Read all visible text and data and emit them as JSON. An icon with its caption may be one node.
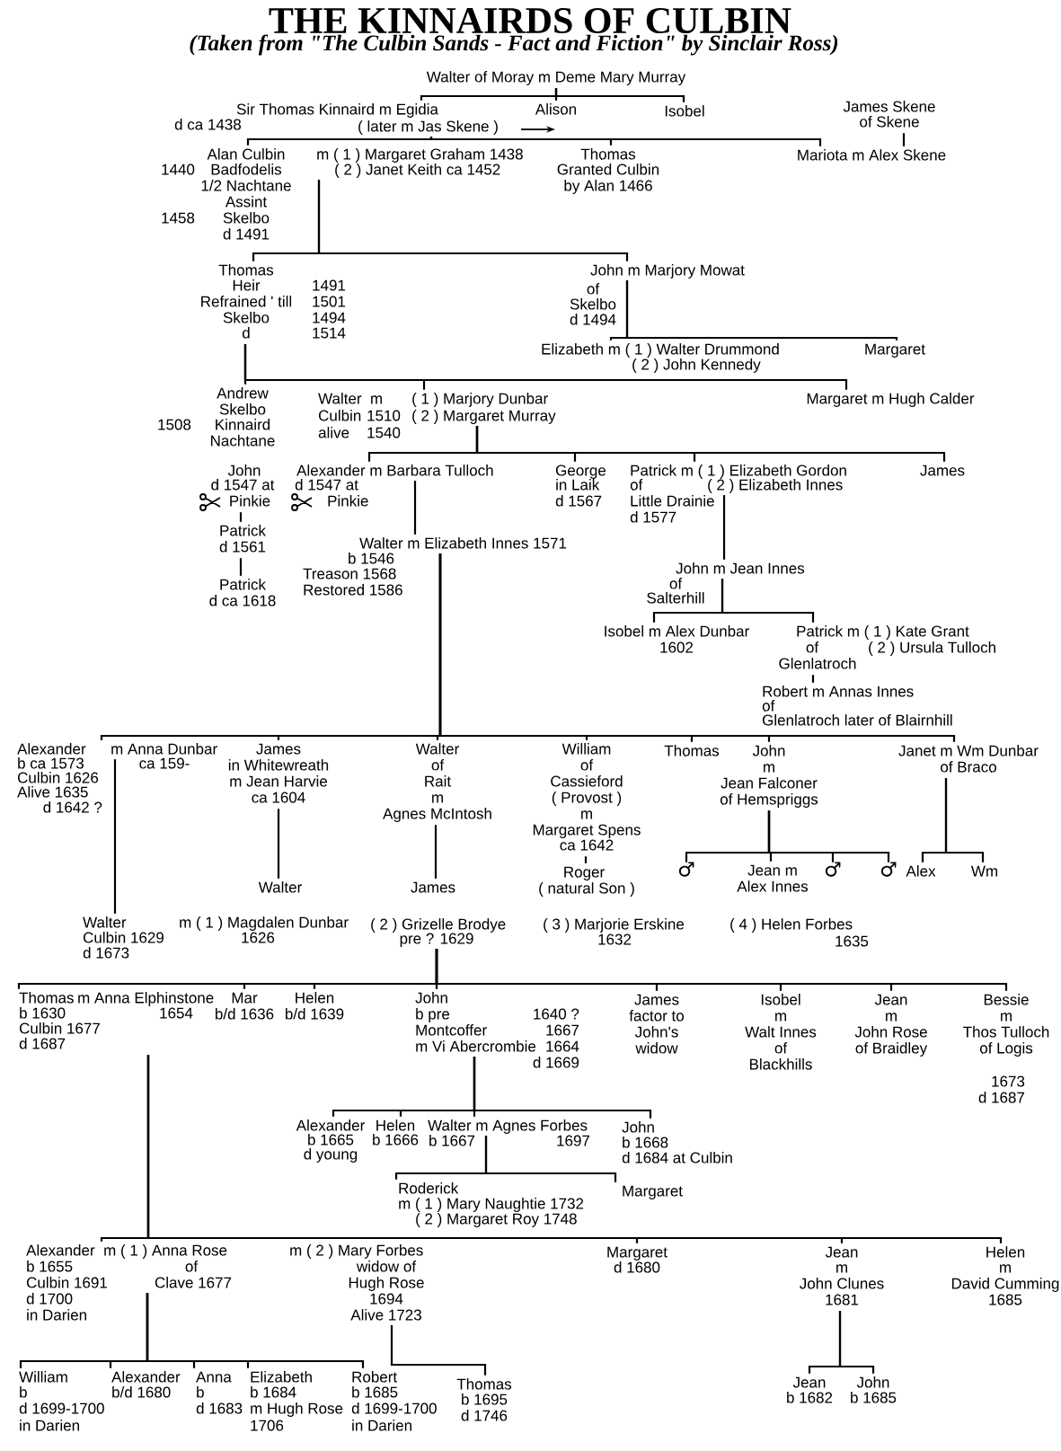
{
  "diagram": {
    "title": "THE KINNAIRDS OF CULBIN",
    "caption": "(Taken from \"The Culbin Sands - Fact and Fiction\" by Sinclair Ross)",
    "nodes": [
      {
        "text": [
          "Walter of Moray m Deme Mary Murray"
        ]
      },
      {
        "text": [
          "Sir Thomas Kinnaird m Egidia",
          "d ca 1438",
          "( later m Jas Skene )"
        ]
      },
      {
        "text": [
          "Alison"
        ]
      },
      {
        "text": [
          "Isobel"
        ]
      },
      {
        "text": [
          "James Skene",
          "of Skene"
        ]
      },
      {
        "text": [
          "Alan Culbin",
          "m ( 1 ) Margaret Graham 1438",
          "Badfodelis",
          "( 2 ) Janet Keith ca 1452",
          "1/2 Nachtane",
          "Assint",
          "Skelbo",
          "d 1491"
        ],
        "beside": [
          "1440",
          "1458"
        ]
      },
      {
        "text": [
          "Thomas",
          "Granted Culbin",
          "by Alan 1466"
        ]
      },
      {
        "text": [
          "Mariota m Alex Skene"
        ]
      },
      {
        "text": [
          "Thomas",
          "Heir",
          "Refrained ' till",
          "Skelbo",
          "d"
        ],
        "beside": [
          "1491",
          "1501",
          "1494",
          "1514"
        ]
      },
      {
        "text": [
          "John m Marjory Mowat",
          "of",
          "Skelbo",
          "d 1494"
        ]
      },
      {
        "text": [
          "Elizabeth m ( 1 ) Walter Drummond",
          "( 2 ) John Kennedy"
        ]
      },
      {
        "text": [
          "Margaret"
        ]
      },
      {
        "text": [
          "Andrew",
          "Skelbo",
          "Kinnaird",
          "Nachtane"
        ],
        "beside": [
          "1508"
        ]
      },
      {
        "text": [
          "Walter",
          "m",
          "( 1 ) Marjory Dunbar",
          "Culbin",
          "1510",
          "( 2 ) Margaret Murray",
          "alive",
          "1540"
        ]
      },
      {
        "text": [
          "Margaret m Hugh Calder"
        ]
      },
      {
        "text": [
          "John",
          "d 1547 at",
          "Pinkie"
        ]
      },
      {
        "text": [
          "Alexander m Barbara Tulloch",
          "d 1547 at",
          "Pinkie"
        ]
      },
      {
        "text": [
          "George",
          "in Laik",
          "d 1567"
        ]
      },
      {
        "text": [
          "Patrick m ( 1 ) Elizabeth Gordon",
          "of",
          "( 2 ) Elizabeth Innes",
          "Little Drainie",
          "d 1577"
        ]
      },
      {
        "text": [
          "James"
        ]
      },
      {
        "text": [
          "Patrick",
          "d 1561"
        ]
      },
      {
        "text": [
          "Patrick",
          "d ca 1618"
        ]
      },
      {
        "text": [
          "Walter m Elizabeth Innes 1571",
          "b 1546",
          "Treason 1568",
          "Restored 1586"
        ]
      },
      {
        "text": [
          "John m Jean Innes",
          "of",
          "Salterhill"
        ]
      },
      {
        "text": [
          "Isobel m Alex Dunbar",
          "1602"
        ]
      },
      {
        "text": [
          "Patrick m ( 1 ) Kate Grant",
          "of",
          "( 2 ) Ursula Tulloch",
          "Glenlatroch"
        ]
      },
      {
        "text": [
          "Robert m Annas Innes",
          "of",
          "Glenlatroch later of Blairnhill"
        ]
      },
      {
        "text": [
          "Alexander",
          "m Anna Dunbar",
          "b ca 1573",
          "ca 159-",
          "Culbin 1626",
          "Alive 1635",
          "d 1642 ?"
        ]
      },
      {
        "text": [
          "James",
          "in Whitewreath",
          "m Jean Harvie",
          "ca 1604"
        ]
      },
      {
        "text": [
          "Walter",
          "of",
          "Rait",
          "m",
          "Agnes McIntosh"
        ]
      },
      {
        "text": [
          "William",
          "of",
          "Cassieford",
          "( Provost )",
          "m",
          "Margaret Spens",
          "ca 1642"
        ]
      },
      {
        "text": [
          "Thomas"
        ]
      },
      {
        "text": [
          "John",
          "m",
          "Jean Falconer",
          "of Hemspriggs"
        ]
      },
      {
        "text": [
          "Janet m Wm Dunbar",
          "of Braco"
        ]
      },
      {
        "text": [
          "Walter"
        ]
      },
      {
        "text": [
          "James"
        ]
      },
      {
        "text": [
          "Roger",
          "( natural Son )"
        ]
      },
      {
        "text": [
          "♂"
        ]
      },
      {
        "text": [
          "Jean m",
          "Alex Innes"
        ]
      },
      {
        "text": [
          "♂"
        ]
      },
      {
        "text": [
          "♂"
        ]
      },
      {
        "text": [
          "Alex"
        ]
      },
      {
        "text": [
          "Wm"
        ]
      },
      {
        "text": [
          "Walter",
          "m ( 1 ) Magdalen Dunbar",
          "( 2 ) Grizelle Brodye",
          "( 3 ) Marjorie Erskine",
          "( 4 ) Helen Forbes",
          "Culbin 1629",
          "1626",
          "pre ? 1629",
          "1632",
          "1635",
          "d 1673"
        ]
      },
      {
        "text": [
          "Thomas",
          "m Anna Elphinstone",
          "b 1630",
          "1654",
          "Culbin 1677",
          "d 1687"
        ]
      },
      {
        "text": [
          "Mar",
          "b/d 1636"
        ]
      },
      {
        "text": [
          "Helen",
          "b/d 1639"
        ]
      },
      {
        "text": [
          "John",
          "b pre",
          "Montcoffer",
          "m Vi Abercrombie"
        ],
        "beside": [
          "1640 ?",
          "1667",
          "1664",
          "d 1669"
        ]
      },
      {
        "text": [
          "James",
          "factor to",
          "John's",
          "widow"
        ]
      },
      {
        "text": [
          "Isobel",
          "m",
          "Walt Innes",
          "of",
          "Blackhills"
        ]
      },
      {
        "text": [
          "Jean",
          "m",
          "John Rose",
          "of Braidley"
        ]
      },
      {
        "text": [
          "Bessie",
          "m",
          "Thos Tulloch",
          "of Logis"
        ],
        "beside": [
          "1673",
          "d 1687"
        ]
      },
      {
        "text": [
          "Alexander",
          "b 1665",
          "d young"
        ]
      },
      {
        "text": [
          "Helen",
          "b 1666"
        ]
      },
      {
        "text": [
          "Walter m Agnes Forbes",
          "b 1667",
          "1697"
        ]
      },
      {
        "text": [
          "John",
          "b 1668",
          "d 1684 at Culbin"
        ]
      },
      {
        "text": [
          "Roderick",
          "m ( 1 ) Mary Naughtie 1732",
          "( 2 ) Margaret Roy 1748"
        ]
      },
      {
        "text": [
          "Margaret"
        ]
      },
      {
        "text": [
          "Alexander",
          "m ( 1 ) Anna Rose",
          "m ( 2 ) Mary Forbes",
          "b 1655",
          "of",
          "widow of",
          "Culbin 1691",
          "Clave 1677",
          "Hugh Rose",
          "d 1700",
          "1694",
          "in Darien",
          "Alive 1723"
        ]
      },
      {
        "text": [
          "Margaret",
          "d 1680"
        ]
      },
      {
        "text": [
          "Jean",
          "m",
          "John Clunes",
          "1681"
        ]
      },
      {
        "text": [
          "Helen",
          "m",
          "David Cumming",
          "1685"
        ]
      },
      {
        "text": [
          "William",
          "b",
          "d 1699-1700",
          "in Darien"
        ]
      },
      {
        "text": [
          "Alexander",
          "b/d 1680"
        ]
      },
      {
        "text": [
          "Anna",
          "b",
          "d 1683"
        ]
      },
      {
        "text": [
          "Elizabeth",
          "b 1684",
          "m Hugh Rose",
          "1706"
        ]
      },
      {
        "text": [
          "Robert",
          "b 1685",
          "d 1699-1700",
          "in Darien"
        ]
      },
      {
        "text": [
          "Thomas",
          "b 1695",
          "d 1746"
        ]
      },
      {
        "text": [
          "Jean",
          "b 1682"
        ]
      },
      {
        "text": [
          "John",
          "b 1685"
        ]
      }
    ],
    "edges": [
      {
        "from": 0,
        "to": 1,
        "arrow": "none"
      },
      {
        "from": 0,
        "to": 2,
        "arrow": "none"
      },
      {
        "from": 0,
        "to": 3,
        "arrow": "none"
      },
      {
        "from": 1,
        "to": 5,
        "arrow": "none"
      },
      {
        "from": 1,
        "to": 6,
        "arrow": "none"
      },
      {
        "from": 1,
        "to": 7,
        "arrow": "none"
      },
      {
        "from": 4,
        "to": 7,
        "arrow": "none"
      },
      {
        "from": 5,
        "to": 8,
        "arrow": "none"
      },
      {
        "from": 5,
        "to": 9,
        "arrow": "none"
      },
      {
        "from": 8,
        "to": 12,
        "arrow": "none"
      },
      {
        "from": 8,
        "to": 13,
        "arrow": "none"
      },
      {
        "from": 8,
        "to": 14,
        "arrow": "none"
      },
      {
        "from": 9,
        "to": 10,
        "arrow": "none"
      },
      {
        "from": 9,
        "to": 11,
        "arrow": "none"
      },
      {
        "from": 13,
        "to": 16,
        "arrow": "none"
      },
      {
        "from": 13,
        "to": 17,
        "arrow": "none"
      },
      {
        "from": 13,
        "to": 18,
        "arrow": "none"
      },
      {
        "from": 13,
        "to": 19,
        "arrow": "none"
      },
      {
        "from": 15,
        "to": 20,
        "arrow": "none"
      },
      {
        "from": 20,
        "to": 21,
        "arrow": "none"
      },
      {
        "from": 16,
        "to": 22,
        "arrow": "none"
      },
      {
        "from": 18,
        "to": 23,
        "arrow": "none"
      },
      {
        "from": 22,
        "to": 27,
        "arrow": "none"
      },
      {
        "from": 22,
        "to": 28,
        "arrow": "none"
      },
      {
        "from": 22,
        "to": 29,
        "arrow": "none"
      },
      {
        "from": 22,
        "to": 30,
        "arrow": "none"
      },
      {
        "from": 22,
        "to": 31,
        "arrow": "none"
      },
      {
        "from": 22,
        "to": 32,
        "arrow": "none"
      },
      {
        "from": 22,
        "to": 33,
        "arrow": "none"
      },
      {
        "from": 23,
        "to": 24,
        "arrow": "none"
      },
      {
        "from": 23,
        "to": 25,
        "arrow": "none"
      },
      {
        "from": 25,
        "to": 26,
        "arrow": "none"
      },
      {
        "from": 27,
        "to": 43,
        "arrow": "none"
      },
      {
        "from": 28,
        "to": 34,
        "arrow": "none"
      },
      {
        "from": 29,
        "to": 35,
        "arrow": "none"
      },
      {
        "from": 30,
        "to": 36,
        "arrow": "none"
      },
      {
        "from": 32,
        "to": 37,
        "arrow": "none"
      },
      {
        "from": 32,
        "to": 38,
        "arrow": "none"
      },
      {
        "from": 32,
        "to": 39,
        "arrow": "none"
      },
      {
        "from": 32,
        "to": 40,
        "arrow": "none"
      },
      {
        "from": 33,
        "to": 41,
        "arrow": "none"
      },
      {
        "from": 33,
        "to": 42,
        "arrow": "none"
      },
      {
        "from": 43,
        "to": 44,
        "arrow": "none"
      },
      {
        "from": 43,
        "to": 45,
        "arrow": "none"
      },
      {
        "from": 43,
        "to": 46,
        "arrow": "none"
      },
      {
        "from": 43,
        "to": 47,
        "arrow": "none"
      },
      {
        "from": 43,
        "to": 48,
        "arrow": "none"
      },
      {
        "from": 43,
        "to": 49,
        "arrow": "none"
      },
      {
        "from": 43,
        "to": 50,
        "arrow": "none"
      },
      {
        "from": 43,
        "to": 51,
        "arrow": "none"
      },
      {
        "from": 44,
        "to": 58,
        "arrow": "none"
      },
      {
        "from": 44,
        "to": 59,
        "arrow": "none"
      },
      {
        "from": 44,
        "to": 60,
        "arrow": "none"
      },
      {
        "from": 44,
        "to": 61,
        "arrow": "none"
      },
      {
        "from": 47,
        "to": 52,
        "arrow": "none"
      },
      {
        "from": 47,
        "to": 53,
        "arrow": "none"
      },
      {
        "from": 47,
        "to": 54,
        "arrow": "none"
      },
      {
        "from": 47,
        "to": 55,
        "arrow": "none"
      },
      {
        "from": 54,
        "to": 56,
        "arrow": "none"
      },
      {
        "from": 54,
        "to": 57,
        "arrow": "none"
      },
      {
        "from": 58,
        "to": 62,
        "arrow": "none"
      },
      {
        "from": 58,
        "to": 63,
        "arrow": "none"
      },
      {
        "from": 58,
        "to": 64,
        "arrow": "none"
      },
      {
        "from": 58,
        "to": 65,
        "arrow": "none"
      },
      {
        "from": 58,
        "to": 66,
        "arrow": "none"
      },
      {
        "from": 58,
        "to": 67,
        "arrow": "none"
      },
      {
        "from": 60,
        "to": 68,
        "arrow": "none"
      },
      {
        "from": 60,
        "to": 69,
        "arrow": "none"
      }
    ]
  }
}
